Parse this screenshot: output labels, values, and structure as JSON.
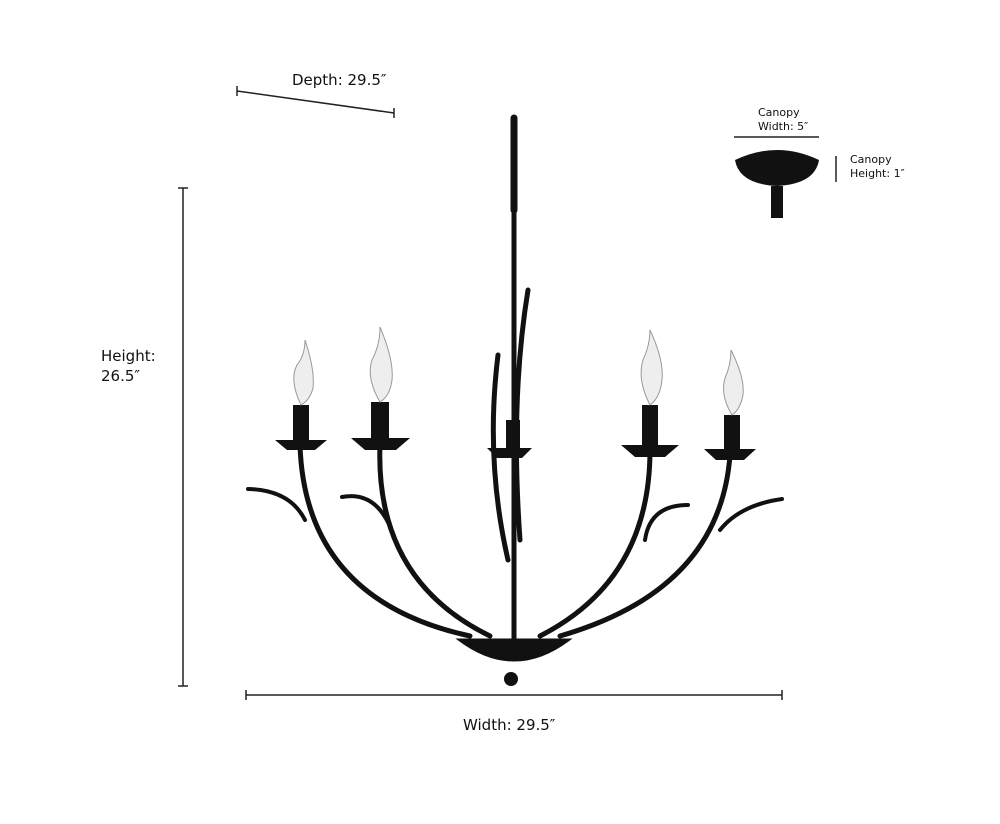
{
  "dimensions": {
    "depth": "Depth: 29.5″",
    "height_label": "Height:",
    "height_value": "26.5″",
    "width": "Width: 29.5″",
    "canopy_width_label": "Canopy",
    "canopy_width_value": "Width: 5″",
    "canopy_height_label": "Canopy",
    "canopy_height_value": "Height: 1″"
  },
  "colors": {
    "fixture": "#111111",
    "line": "#222222",
    "bulb": "#e6e6e6"
  }
}
